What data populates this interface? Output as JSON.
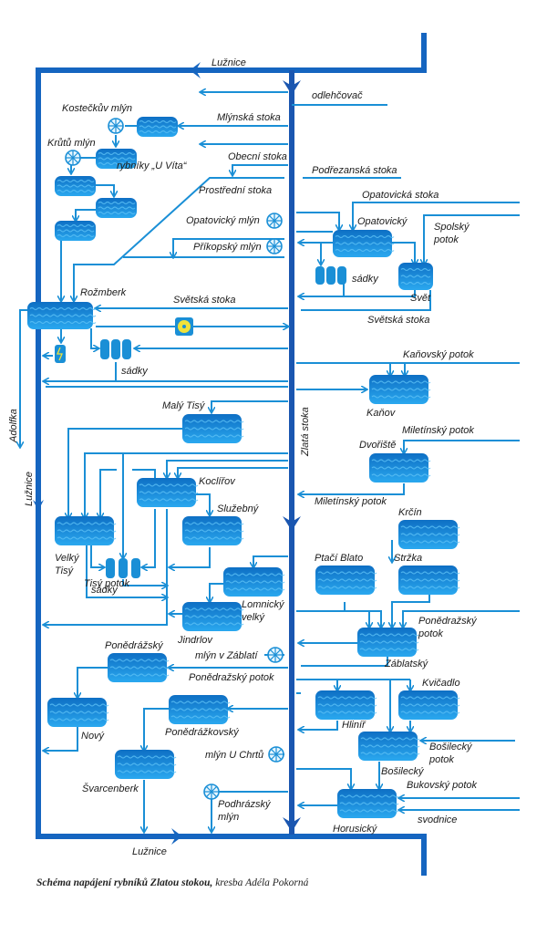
{
  "title": "Schéma napájení rybníků Zlatou stokou",
  "caption": {
    "bold": "Schéma napájení rybníků Zlatou stokou,",
    "normal": "kresba Adéla Pokorná"
  },
  "colors": {
    "main_river": "#1565c0",
    "channel": "#1a8fd6",
    "pond_top": "#0e6fc4",
    "pond_bottom": "#2aa8ef",
    "turbine": "#f0e23a"
  },
  "rivers": {
    "luznice_top": "Lužnice",
    "luznice_left": "Lužnice",
    "luznice_bottom": "Lužnice",
    "adolfka": "Adolfka",
    "zlata_stoka": "Zlatá stoka"
  },
  "channels": {
    "odlehcovac": "odlehčovač",
    "mlynska_stoka": "Mlýnská stoka",
    "obecni_stoka": "Obecní stoka",
    "prostredni_stoka": "Prostřední stoka",
    "podrezanska_stoka": "Podřezanská stoka",
    "opatovicka_stoka": "Opatovická stoka",
    "spolsky_potok": "Spolský",
    "spolsky_potok2": "potok",
    "svetska_stoka_1": "Světská stoka",
    "svetska_stoka_2": "Světská stoka",
    "kanovsky_potok": "Kaňovský potok",
    "miletinsky_potok_1": "Miletínský potok",
    "miletinsky_potok_2": "Miletínský potok",
    "tisy_potok": "Tisý potok",
    "ponedrazsky_potok_1": "Ponědražský",
    "ponedrazsky_potok_1b": "potok",
    "ponedrazsky_potok_2": "Ponědražský potok",
    "bosilecky_potok": "Bošilecký",
    "bosilecky_potok2": "potok",
    "bukovsky_potok": "Bukovský potok",
    "svodnice": "svodnice"
  },
  "mills": {
    "kosteckuv": "Kostečkův mlýn",
    "krutu": "Krůtů mlýn",
    "opatovicky": "Opatovický mlýn",
    "prikopsky": "Příkopský mlýn",
    "zablati": "mlýn v Záblatí",
    "u_chrtu": "mlýn U Chrtů",
    "podhrazsky": "Podhrázský",
    "podhrazsky2": "mlýn"
  },
  "ponds": {
    "u_vita": "rybníky „U Víta“",
    "rozmberk": "Rožmberk",
    "opatovicky": "Opatovický",
    "svet": "Svět",
    "kanov": "Kaňov",
    "dvoriste": "Dvořiště",
    "maly_tisy": "Malý Tisý",
    "koclirov": "Koclířov",
    "sluzebny": "Služebný",
    "velky_tisy": "Velký",
    "velky_tisy2": "Tisý",
    "lomnicky": "Lomnický",
    "lomnicky2": "velký",
    "jindrlov": "Jindrlov",
    "krcin": "Krčín",
    "ptaci_blato": "Ptačí Blato",
    "strzka": "Stržka",
    "zablatsky": "Záblatský",
    "ponedrazsky": "Ponědrážský",
    "novy": "Nový",
    "ponedrazkovsky": "Ponědrážkovský",
    "svarcenberk": "Švarcenberk",
    "kvicadlo": "Kvičadlo",
    "hlinir": "Hliníř",
    "bosilecky": "Bošilecký",
    "horusicky": "Horusický"
  },
  "sadky": {
    "rozmberk": "sádky",
    "opatovicky": "sádky",
    "tisy": "sádky"
  }
}
